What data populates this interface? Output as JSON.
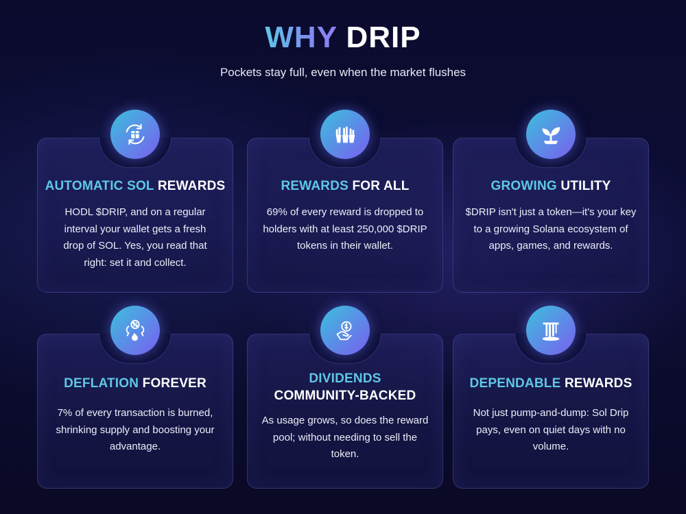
{
  "header": {
    "title_accent": "WHY",
    "title_rest": "DRIP",
    "subtitle": "Pockets stay full, even when the market flushes"
  },
  "colors": {
    "accent_cyan": "#5ec8e6",
    "accent_purple": "#7a5ef0",
    "background": "#0b0b2e"
  },
  "cards": [
    {
      "icon": "recycle-box-icon",
      "title_highlight": "AUTOMATIC SOL",
      "title_rest": "REWARDS",
      "description": "HODL $DRIP, and on a regular interval your wallet gets a fresh drop of SOL. Yes, you read that right: set it and collect."
    },
    {
      "icon": "raised-hands-icon",
      "title_highlight": "REWARDS",
      "title_rest": "FOR ALL",
      "description": "69% of every reward is dropped to holders with at least 250,000 $DRIP tokens in their wallet."
    },
    {
      "icon": "sprout-icon",
      "title_highlight": "GROWING",
      "title_rest": "UTILITY",
      "description": "$DRIP isn't just a token—it's your key to a growing Solana ecosystem of apps, games, and rewards."
    },
    {
      "icon": "burn-percent-icon",
      "title_highlight": "DEFLATION",
      "title_rest": "FOREVER",
      "description": "7% of every transaction is burned, shrinking supply and boosting your advantage."
    },
    {
      "icon": "hand-coin-icon",
      "title_highlight": "DIVIDENDS",
      "title_rest": "COMMUNITY-BACKED",
      "description": "As usage grows, so does the reward pool; without needing to sell the token."
    },
    {
      "icon": "waterfall-icon",
      "title_highlight": "DEPENDABLE",
      "title_rest": "REWARDS",
      "description": "Not just pump-and-dump: Sol Drip pays, even on quiet days with no volume."
    }
  ]
}
